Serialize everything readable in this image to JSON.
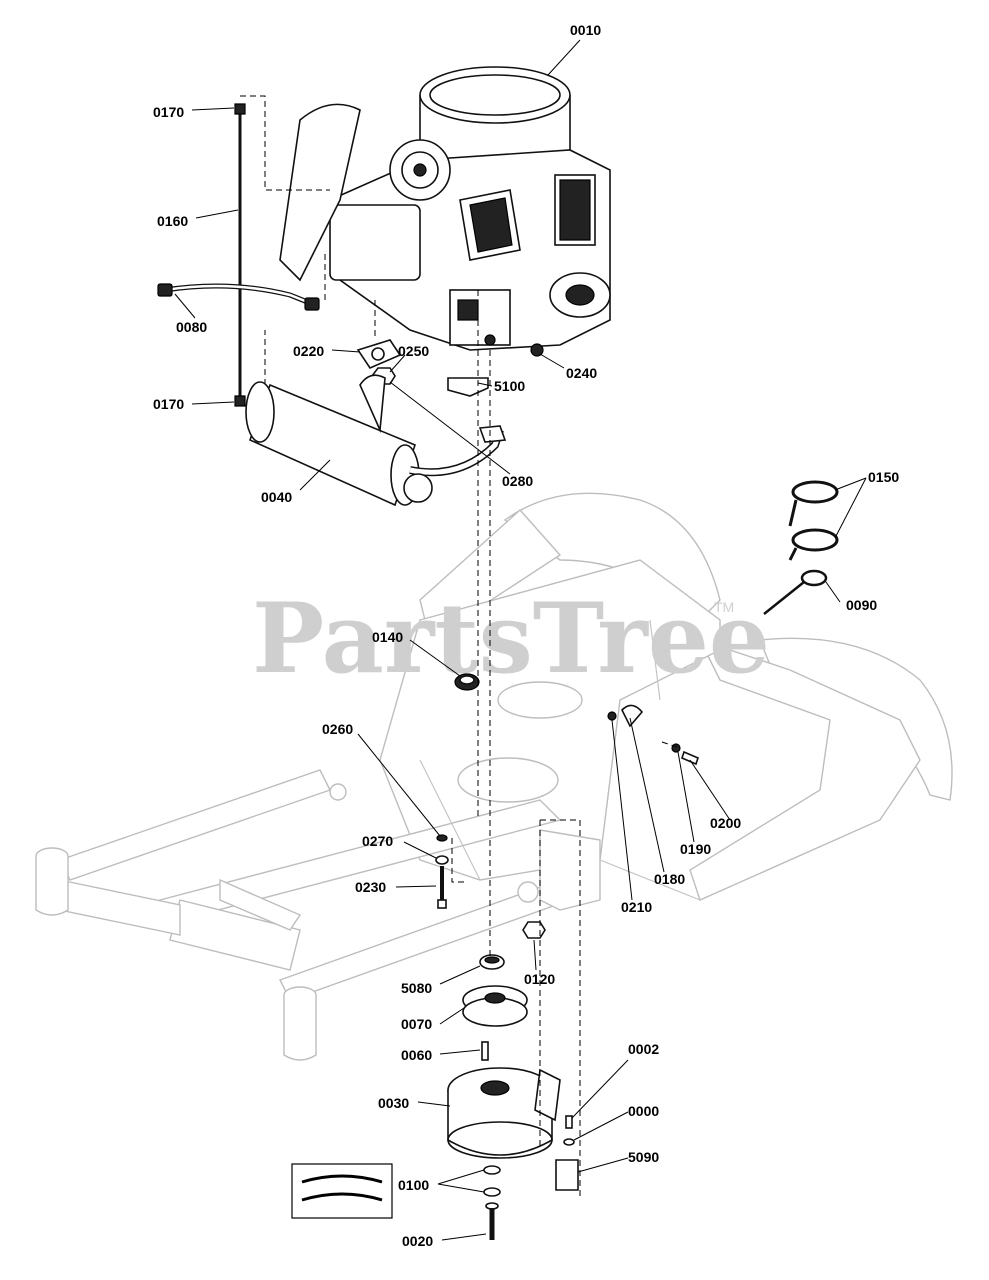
{
  "watermark": {
    "text": "PartsTree",
    "mark": "TM"
  },
  "callouts": {
    "c0010": "0010",
    "c0170_top": "0170",
    "c0160": "0160",
    "c0080": "0080",
    "c0220": "0220",
    "c0250": "0250",
    "c0240": "0240",
    "c5100": "5100",
    "c0170_bottom": "0170",
    "c0280": "0280",
    "c0040": "0040",
    "c0150": "0150",
    "c0090": "0090",
    "c0140": "0140",
    "c0260": "0260",
    "c0270": "0270",
    "c0230": "0230",
    "c0210": "0210",
    "c0180": "0180",
    "c0190": "0190",
    "c0200": "0200",
    "c0120": "0120",
    "c5080": "5080",
    "c0070": "0070",
    "c0060": "0060",
    "c0030": "0030",
    "c0002": "0002",
    "c0000": "0000",
    "c5090": "5090",
    "c0100": "0100",
    "c0020": "0020"
  },
  "colors": {
    "line": "#000000",
    "frame": "#bdbdbd",
    "watermark": "#cfcfcf"
  },
  "icons": [
    "engine-icon",
    "muffler-icon",
    "clutch-icon",
    "frame-icon",
    "pulley-icon"
  ]
}
